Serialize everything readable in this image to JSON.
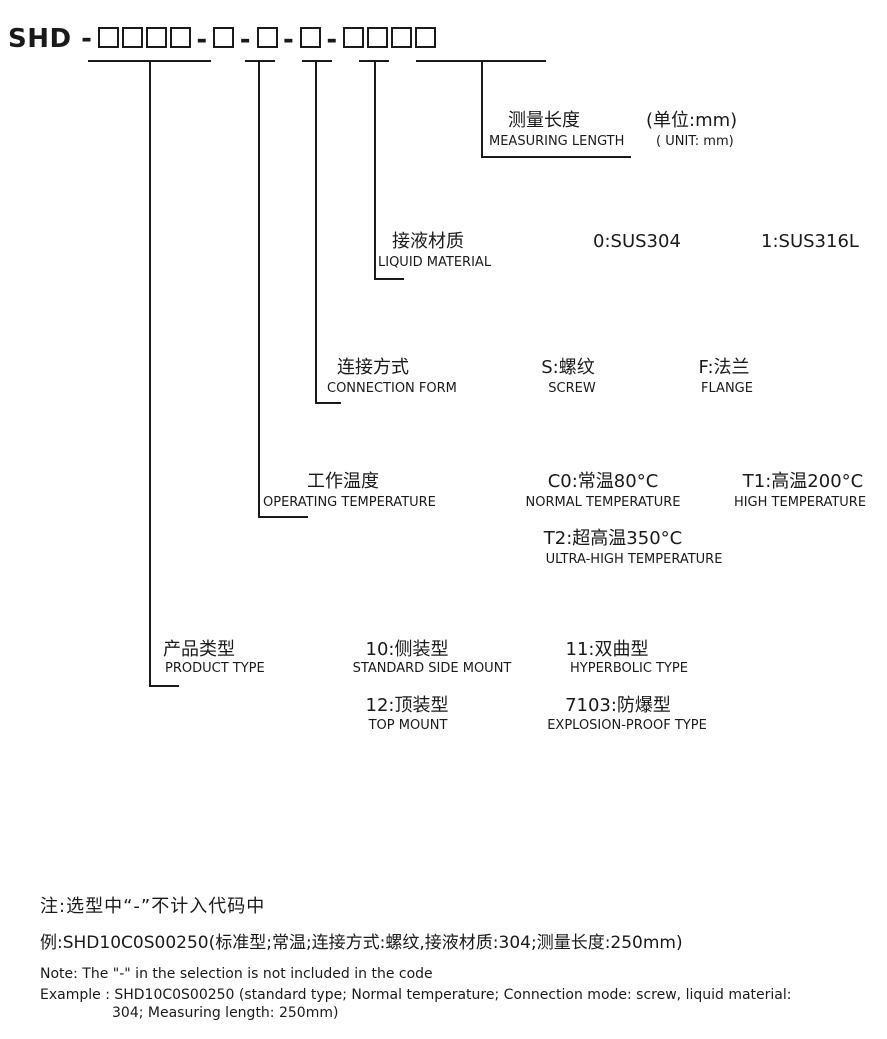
{
  "header": {
    "prefix": "SHD -",
    "separator": "-",
    "groups": [
      4,
      1,
      1,
      1,
      4
    ]
  },
  "measuring_length": {
    "cn": "测量长度",
    "en": "MEASURING LENGTH",
    "unit_cn": "(单位:mm)",
    "unit_en": "( UNIT:  mm)"
  },
  "liquid_material": {
    "cn": "接液材质",
    "en": "LIQUID MATERIAL",
    "options": [
      "0:SUS304",
      "1:SUS316L"
    ]
  },
  "connection_form": {
    "cn": "连接方式",
    "en": "CONNECTION FORM",
    "options": [
      {
        "cn": "S:螺纹",
        "en": "SCREW"
      },
      {
        "cn": "F:法兰",
        "en": "FLANGE"
      }
    ]
  },
  "operating_temperature": {
    "cn": "工作温度",
    "en": "OPERATING TEMPERATURE",
    "options": [
      {
        "cn": "C0:常温80°C",
        "en": "NORMAL TEMPERATURE"
      },
      {
        "cn": "T1:高温200°C",
        "en": "HIGH TEMPERATURE"
      },
      {
        "cn": "T2:超高温350°C",
        "en": "ULTRA-HIGH TEMPERATURE"
      }
    ]
  },
  "product_type": {
    "cn": "产品类型",
    "en": "PRODUCT TYPE",
    "options": [
      {
        "cn": "10:侧装型",
        "en": "STANDARD SIDE MOUNT"
      },
      {
        "cn": "11:双曲型",
        "en": "HYPERBOLIC TYPE"
      },
      {
        "cn": "12:顶装型",
        "en": "TOP MOUNT"
      },
      {
        "cn": "7103:防爆型",
        "en": "EXPLOSION-PROOF TYPE"
      }
    ]
  },
  "notes": {
    "cn_note": "注:选型中“-”不计入代码中",
    "cn_example": "例:SHD10C0S00250(标准型;常温;连接方式:螺纹,接液材质:304;测量长度:250mm)",
    "en_note": "Note: The \"-\" in the selection is not included in the code",
    "en_example_1": "Example : SHD10C0S00250 (standard type; Normal temperature; Connection mode: screw, liquid material:",
    "en_example_2": "304; Measuring  length: 250mm)"
  }
}
